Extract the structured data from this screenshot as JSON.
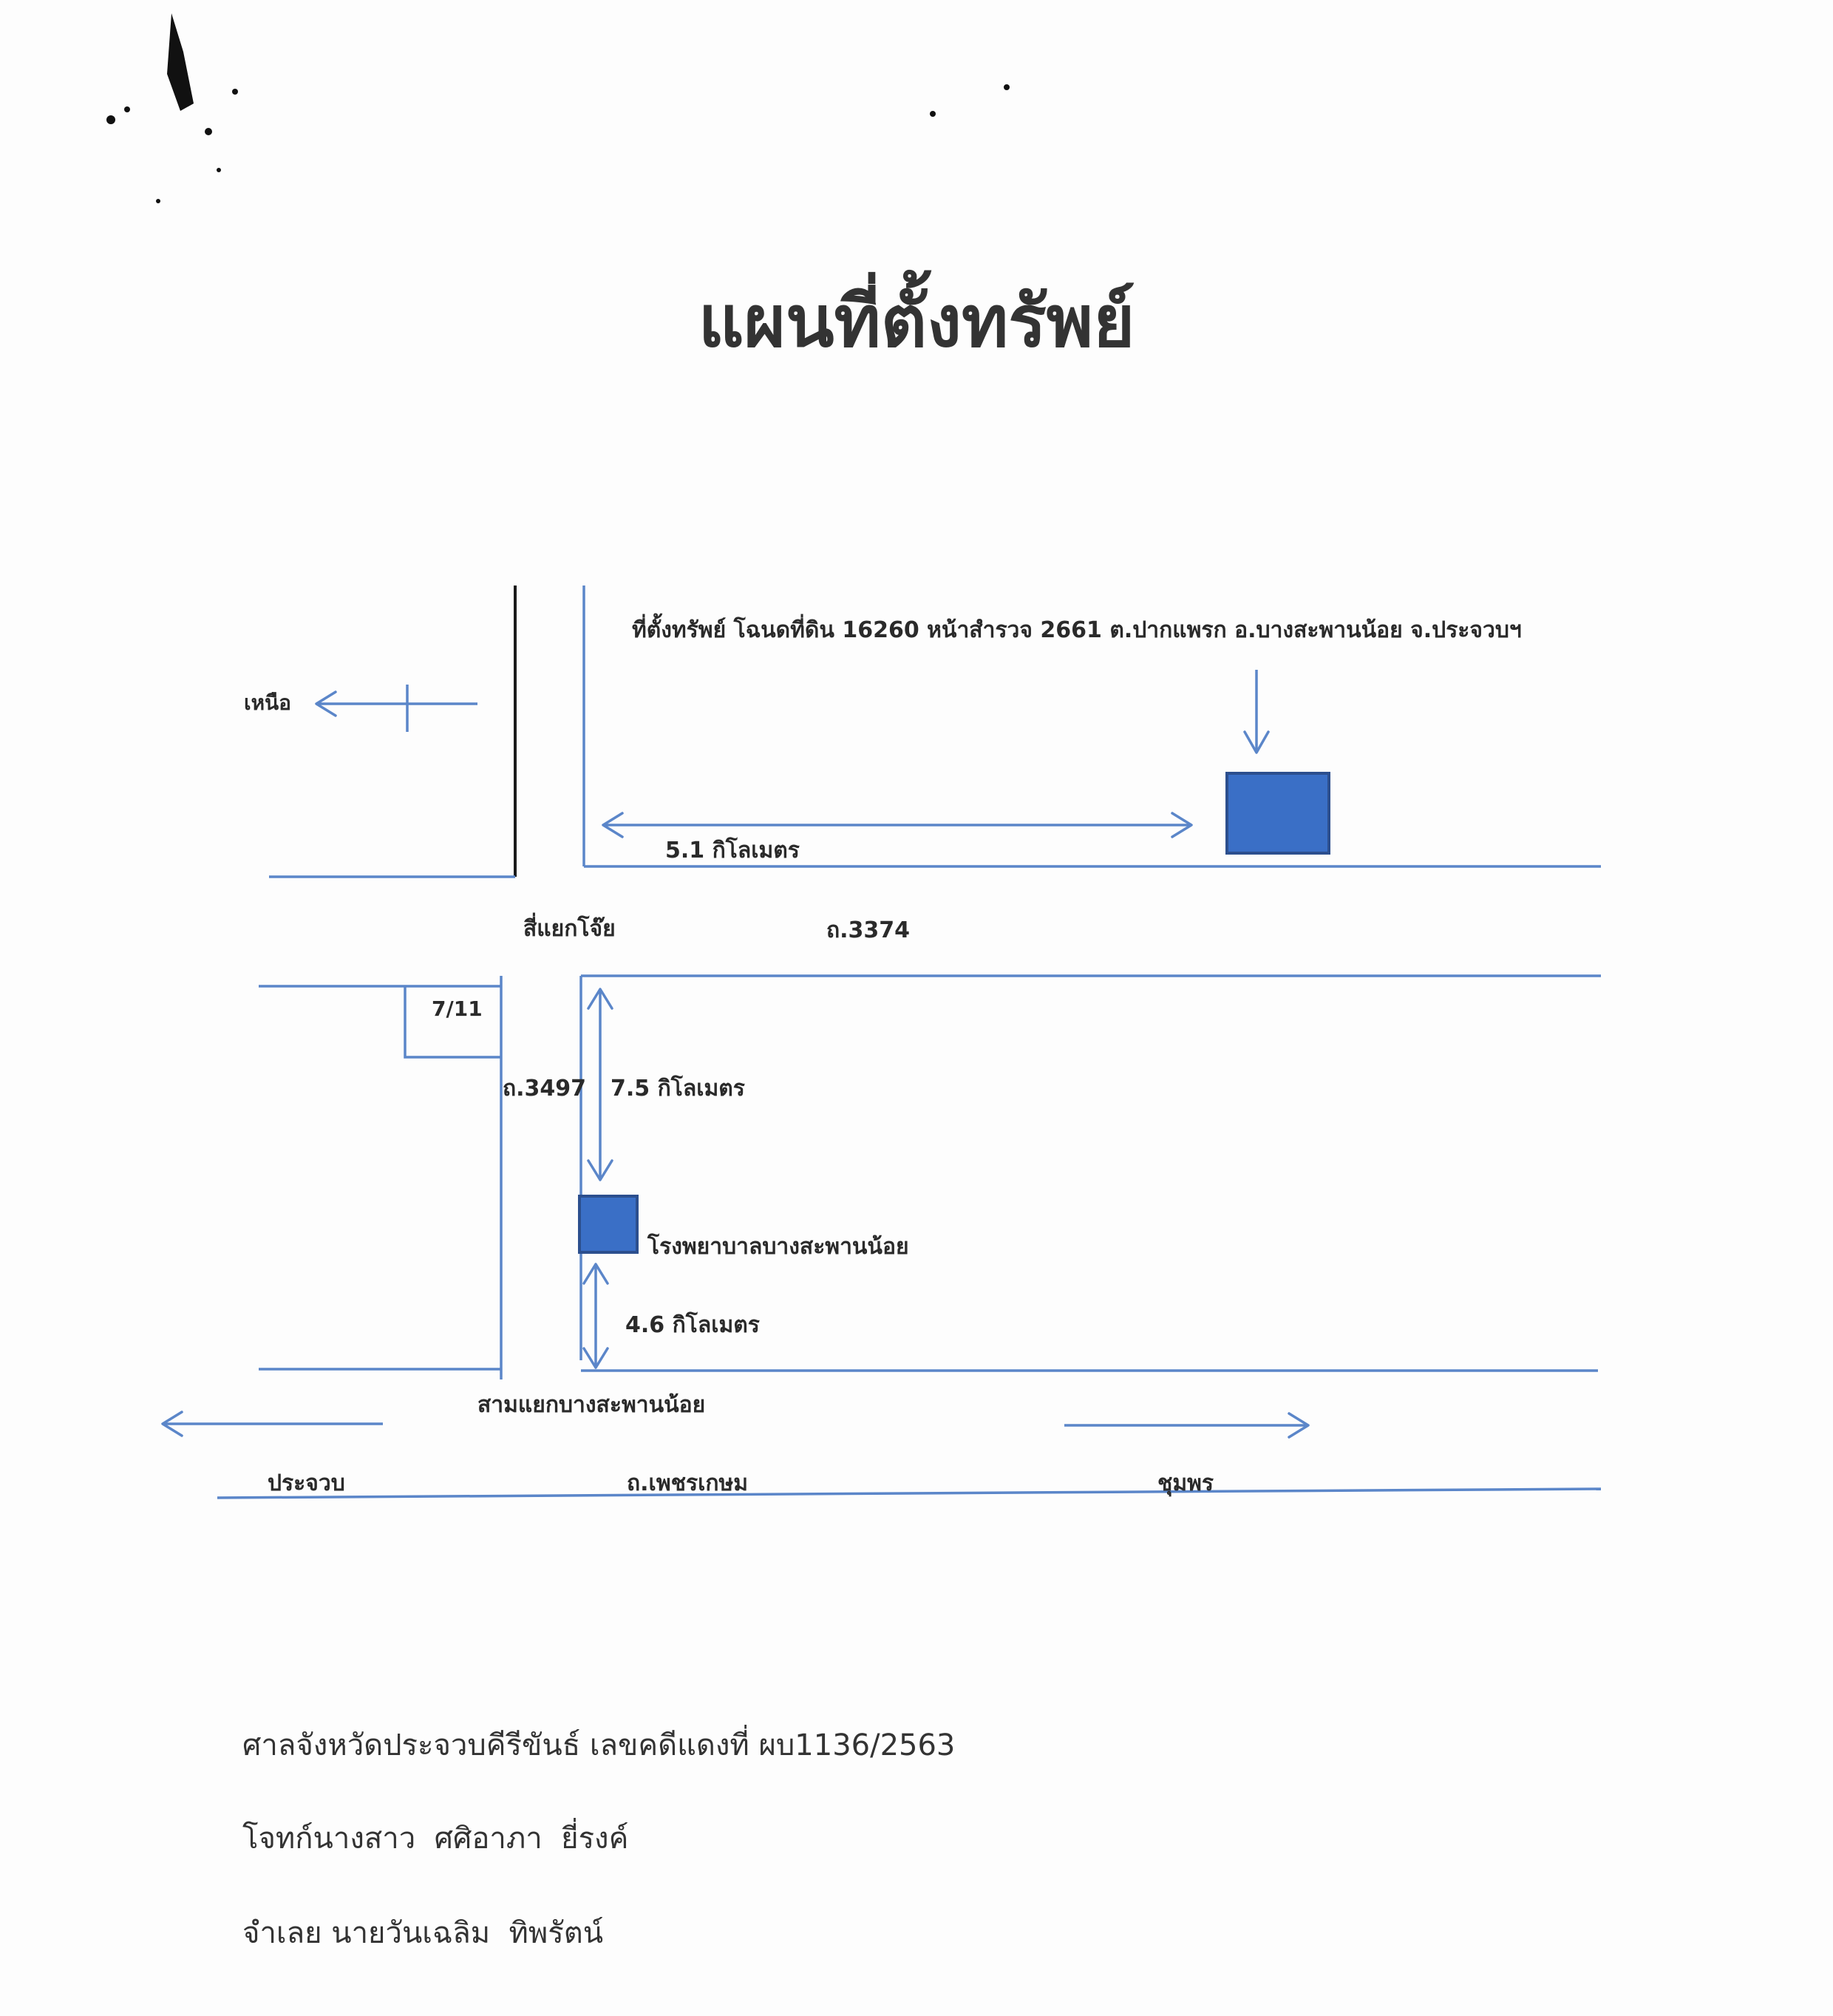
{
  "document": {
    "title": "แผนที่ตั้งทรัพย์"
  },
  "map": {
    "property_label": "ที่ตั้งทรัพย์ โฉนดที่ดิน 16260 หน้าสำรวจ 2661 ต.ปากแพรก อ.บางสะพานน้อย จ.ประจวบฯ",
    "north_label": "เหนือ",
    "distance_top": "5.1 กิโลเมตร",
    "junction_top": "สี่แยกโจ๊ย",
    "road_3374": "ถ.3374",
    "store_label": "7/11",
    "road_3497": "ถ.3497",
    "distance_middle": "7.5 กิโลเมตร",
    "hospital_label": "โรงพยาบาลบางสะพานน้อย",
    "distance_bottom": "4.6 กิโลเมตร",
    "junction_bottom": "สามแยกบางสะพานน้อย",
    "direction_left": "ประจวบ",
    "road_main": "ถ.เพชรเกษม",
    "direction_right": "ชุมพร",
    "colors": {
      "road": "#5b86c9",
      "block": "#3a6fc6"
    }
  },
  "footer": {
    "court_line": "ศาลจังหวัดประจวบคีรีขันธ์ เลขคดีแดงที่ ผบ1136/2563",
    "plaintiff_line": "โจทก์นางสาว  ศศิอาภา  ยี่รงค์",
    "defendant_line": "จำเลย นายวันเฉลิม  ทิพรัตน์"
  }
}
